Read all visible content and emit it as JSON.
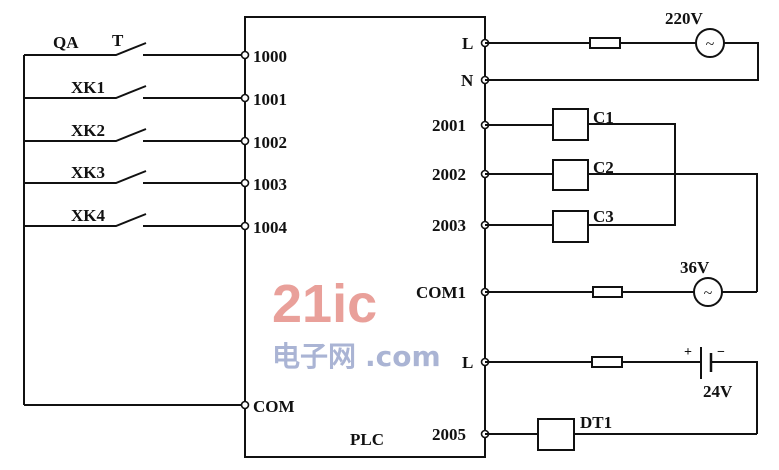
{
  "plc": {
    "label": "PLC"
  },
  "inputs": [
    {
      "terminal": "1000",
      "switch": "QA",
      "switch2": "T"
    },
    {
      "terminal": "1001",
      "switch": "XK1"
    },
    {
      "terminal": "1002",
      "switch": "XK2"
    },
    {
      "terminal": "1003",
      "switch": "XK3"
    },
    {
      "terminal": "1004",
      "switch": "XK4"
    },
    {
      "terminal": "COM"
    }
  ],
  "outputs": {
    "L1": "L",
    "N": "N",
    "o2001": "2001",
    "o2002": "2002",
    "o2003": "2003",
    "COM1": "COM1",
    "L2": "L",
    "o2005": "2005"
  },
  "loads": {
    "c1": "C1",
    "c2": "C2",
    "c3": "C3",
    "dt1": "DT1"
  },
  "sources": {
    "v220": "220V",
    "v36": "36V",
    "v24": "24V",
    "plus": "+",
    "minus": "−",
    "ac_symbol": "~"
  },
  "watermark": {
    "main": "21ic",
    "cn": "电子网",
    "suffix": ".com"
  }
}
